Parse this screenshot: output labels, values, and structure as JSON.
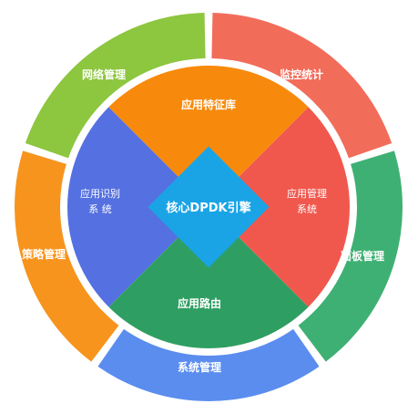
{
  "diagram": {
    "center": {
      "label": "核心DPDK引擎",
      "color": "#1aa4e6"
    },
    "outer_ring": [
      {
        "id": "network",
        "label": "网络管理",
        "color": "#8dc63f"
      },
      {
        "id": "monitor",
        "label": "监控统计",
        "color": "#f26c5a"
      },
      {
        "id": "panel",
        "label": "面板管理",
        "color": "#3fb073"
      },
      {
        "id": "system",
        "label": "系统管理",
        "color": "#5b8def"
      },
      {
        "id": "policy",
        "label": "策略管理",
        "color": "#f7941d"
      }
    ],
    "inner_ring": [
      {
        "id": "feature-lib",
        "lines": [
          "应用特征库"
        ],
        "color": "#f78a0c"
      },
      {
        "id": "app-mgmt",
        "lines": [
          "应用管理",
          "系统"
        ],
        "color": "#f0584e"
      },
      {
        "id": "app-route",
        "lines": [
          "应用路由"
        ],
        "color": "#2f9e62"
      },
      {
        "id": "app-identify",
        "lines": [
          "应用识别",
          "系 统"
        ],
        "color": "#5570e0"
      }
    ]
  }
}
